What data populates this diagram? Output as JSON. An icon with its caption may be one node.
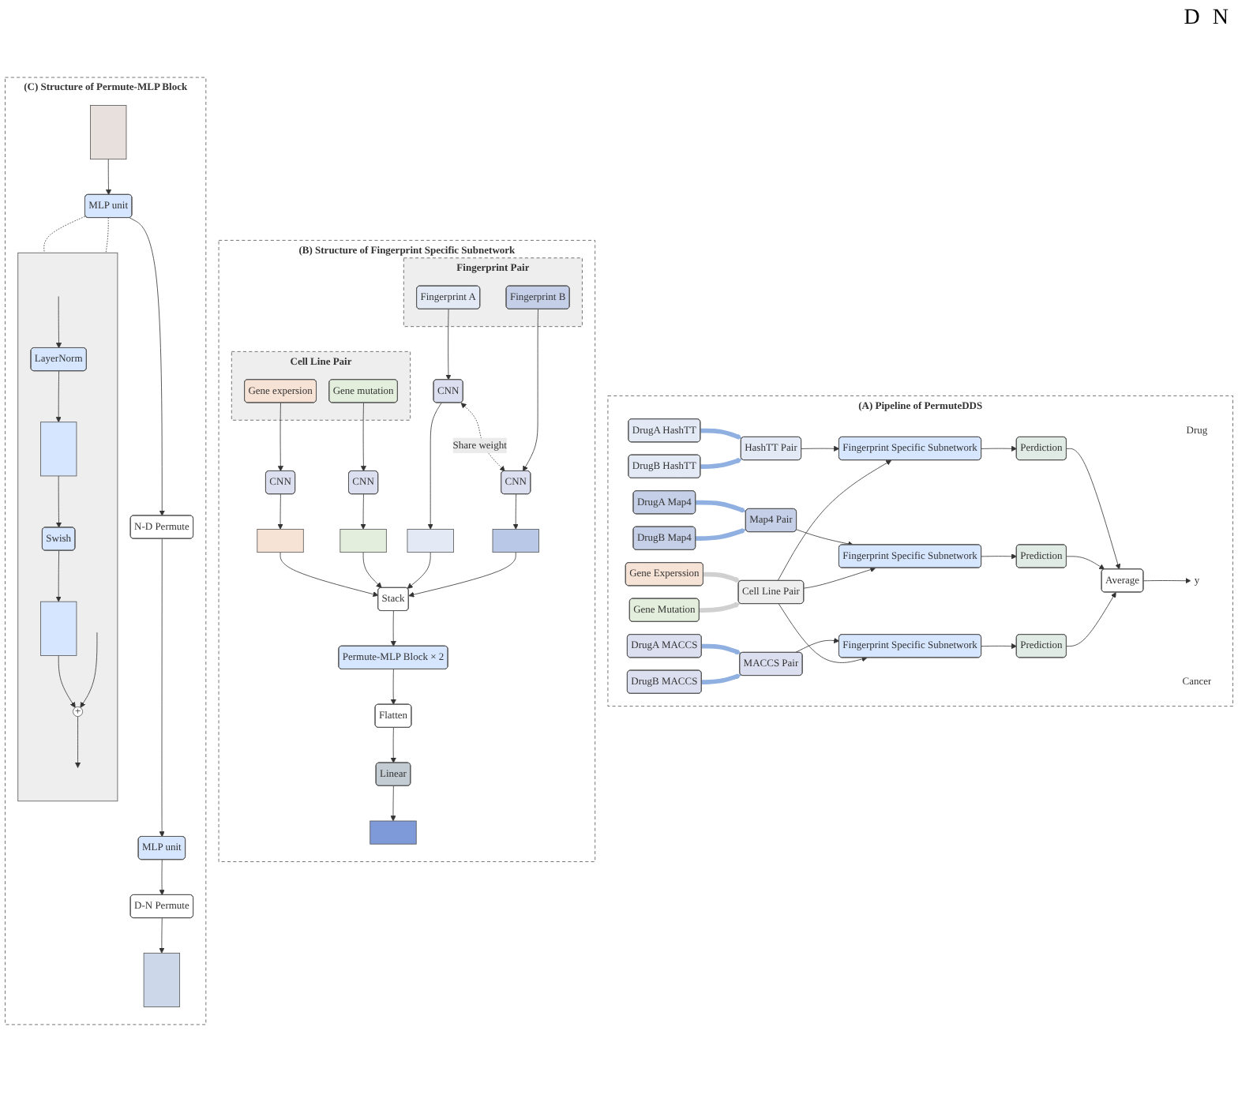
{
  "diagram": {
    "nodes": [
      {
        "text": [
          "(A) Pipeline of PermuteDDS"
        ]
      },
      {
        "text": [
          "Drug"
        ],
        "in": 0
      },
      {
        "text": [
          "DrugA HashTT"
        ],
        "in": 0
      },
      {
        "text": [
          "DrugB HashTT"
        ],
        "in": 0
      },
      {
        "text": [
          "DrugA Map4"
        ],
        "in": 0
      },
      {
        "text": [
          "DrugB Map4"
        ],
        "in": 0
      },
      {
        "text": [
          "DrugA MACCS"
        ],
        "in": 0
      },
      {
        "text": [
          "DrugB MACCS"
        ],
        "in": 0
      },
      {
        "text": [
          "Cancer"
        ],
        "in": 0
      },
      {
        "text": [
          "Gene Experssion"
        ],
        "in": 0
      },
      {
        "text": [
          "Gene Mutation"
        ],
        "in": 0
      },
      {
        "text": [
          "HashTT Pair"
        ],
        "in": 0
      },
      {
        "text": [
          "Map4 Pair"
        ],
        "in": 0
      },
      {
        "text": [
          "MACCS Pair"
        ],
        "in": 0
      },
      {
        "text": [
          "Cell Line Pair"
        ],
        "in": 0
      },
      {
        "text": [
          "Fingerprint Specific Subnetwork"
        ],
        "in": 0
      },
      {
        "text": [
          "Fingerprint Specific Subnetwork"
        ],
        "in": 0
      },
      {
        "text": [
          "Fingerprint Specific Subnetwork"
        ],
        "in": 0
      },
      {
        "text": [
          "Perdiction"
        ],
        "in": 0
      },
      {
        "text": [
          "Prediction"
        ],
        "in": 0
      },
      {
        "text": [
          "Prediction"
        ],
        "in": 0
      },
      {
        "text": [
          "Average"
        ],
        "in": 0
      },
      {
        "text": [
          "y"
        ],
        "in": 0
      },
      {
        "text": [
          "(B) Structure of Fingerprint Specific Subnetwork"
        ]
      },
      {
        "text": [
          "Cell Line Pair"
        ],
        "in": 23
      },
      {
        "text": [
          "Gene expersion"
        ],
        "in": 24
      },
      {
        "text": [
          "Gene mutation"
        ],
        "in": 24
      },
      {
        "text": [
          "Fingerprint Pair"
        ],
        "in": 23
      },
      {
        "text": [
          "Fingerprint A"
        ],
        "in": 27
      },
      {
        "text": [
          "Fingerprint B"
        ],
        "in": 27
      },
      {
        "text": [
          "CNN"
        ],
        "in": 23
      },
      {
        "text": [
          "CNN"
        ],
        "in": 23
      },
      {
        "text": [
          "CNN"
        ],
        "in": 23
      },
      {
        "text": [
          "CNN"
        ],
        "in": 23
      },
      {
        "text": [],
        "shape": "bar",
        "in": 23
      },
      {
        "text": [],
        "shape": "bar",
        "in": 23
      },
      {
        "text": [],
        "shape": "bar",
        "in": 23
      },
      {
        "text": [],
        "shape": "bar",
        "in": 23
      },
      {
        "text": [
          "Stack"
        ],
        "in": 23
      },
      {
        "text": [
          "Permute-MLP Block × 2"
        ],
        "in": 23
      },
      {
        "text": [
          "Flatten"
        ],
        "in": 23
      },
      {
        "text": [
          "Linear"
        ],
        "in": 23
      },
      {
        "text": [],
        "shape": "bar",
        "in": 23
      },
      {
        "text": [
          "(C) Structure of Permute-MLP Block"
        ]
      },
      {
        "text": [],
        "shape": "box",
        "in": 43
      },
      {
        "text": [
          "MLP unit"
        ],
        "in": 43
      },
      {
        "text": [
          "N-D Permute"
        ],
        "in": 43
      },
      {
        "text": [
          "MLP unit"
        ],
        "in": 43
      },
      {
        "text": [
          "D-N Permute"
        ],
        "in": 43
      },
      {
        "text": [],
        "shape": "box",
        "in": 43
      },
      {
        "text": [],
        "shape": "box",
        "in": 43
      },
      {
        "text": [
          "LayerNorm"
        ],
        "in": 50
      },
      {
        "text": [],
        "shape": "box",
        "in": 50
      },
      {
        "text": [
          "Swish"
        ],
        "in": 50
      },
      {
        "text": [],
        "shape": "box",
        "in": 50
      },
      {
        "text": [
          "+"
        ],
        "in": 50
      }
    ],
    "edges": [
      {
        "from": 2,
        "to": 11,
        "arrow": "to",
        "style": "thick",
        "color": "#8fb0e0"
      },
      {
        "from": 3,
        "to": 11,
        "arrow": "to",
        "style": "thick",
        "color": "#8fb0e0"
      },
      {
        "from": 4,
        "to": 12,
        "arrow": "to",
        "style": "thick",
        "color": "#8fb0e0"
      },
      {
        "from": 5,
        "to": 12,
        "arrow": "to",
        "style": "thick",
        "color": "#8fb0e0"
      },
      {
        "from": 6,
        "to": 13,
        "arrow": "to",
        "style": "thick",
        "color": "#8fb0e0"
      },
      {
        "from": 7,
        "to": 13,
        "arrow": "to",
        "style": "thick",
        "color": "#8fb0e0"
      },
      {
        "from": 9,
        "to": 14,
        "arrow": "to",
        "style": "thick",
        "color": "#d0d0d0"
      },
      {
        "from": 10,
        "to": 14,
        "arrow": "to",
        "style": "thick",
        "color": "#d0d0d0"
      },
      {
        "from": 11,
        "to": 15,
        "arrow": "to"
      },
      {
        "from": 12,
        "to": 16,
        "arrow": "to"
      },
      {
        "from": 13,
        "to": 17,
        "arrow": "to"
      },
      {
        "from": 14,
        "to": 15,
        "arrow": "to"
      },
      {
        "from": 14,
        "to": 16,
        "arrow": "to"
      },
      {
        "from": 14,
        "to": 17,
        "arrow": "to"
      },
      {
        "from": 15,
        "to": 18,
        "arrow": "to"
      },
      {
        "from": 16,
        "to": 19,
        "arrow": "to"
      },
      {
        "from": 17,
        "to": 20,
        "arrow": "to"
      },
      {
        "from": 18,
        "to": 21,
        "arrow": "to"
      },
      {
        "from": 19,
        "to": 21,
        "arrow": "to"
      },
      {
        "from": 20,
        "to": 21,
        "arrow": "to"
      },
      {
        "from": 21,
        "to": 22,
        "arrow": "to"
      },
      {
        "from": 25,
        "to": 30,
        "arrow": "to"
      },
      {
        "from": 26,
        "to": 31,
        "arrow": "to"
      },
      {
        "from": 28,
        "to": 32,
        "arrow": "to"
      },
      {
        "from": 29,
        "to": 33,
        "arrow": "to"
      },
      {
        "from": 32,
        "to": 33,
        "label": "Share weight",
        "arrow": "both",
        "style": "dashed"
      },
      {
        "from": 30,
        "to": 34,
        "arrow": "to"
      },
      {
        "from": 31,
        "to": 35,
        "arrow": "to"
      },
      {
        "from": 32,
        "to": 36,
        "arrow": "to"
      },
      {
        "from": 33,
        "to": 37,
        "arrow": "to"
      },
      {
        "from": 34,
        "to": 38,
        "arrow": "to"
      },
      {
        "from": 35,
        "to": 38,
        "arrow": "to"
      },
      {
        "from": 36,
        "to": 38,
        "arrow": "to"
      },
      {
        "from": 37,
        "to": 38,
        "arrow": "to"
      },
      {
        "from": 38,
        "to": 39,
        "arrow": "to"
      },
      {
        "from": 39,
        "to": 40,
        "arrow": "to"
      },
      {
        "from": 40,
        "to": 41,
        "arrow": "to"
      },
      {
        "from": 41,
        "to": 42,
        "arrow": "to"
      },
      {
        "from": 44,
        "to": 45,
        "arrow": "to"
      },
      {
        "from": 45,
        "to": 46,
        "arrow": "to"
      },
      {
        "from": 46,
        "to": 47,
        "arrow": "to"
      },
      {
        "from": 47,
        "to": 48,
        "arrow": "to"
      },
      {
        "from": 48,
        "to": 49,
        "arrow": "to"
      },
      {
        "from": 45,
        "to": 50,
        "arrow": "none",
        "style": "dashed"
      },
      {
        "from": 45,
        "to": 50,
        "arrow": "none",
        "style": "dashed"
      },
      {
        "from": null,
        "to": 51,
        "arrow": "to"
      },
      {
        "from": 51,
        "to": 52,
        "arrow": "to"
      },
      {
        "from": 52,
        "to": 53,
        "arrow": "to"
      },
      {
        "from": 53,
        "to": 54,
        "arrow": "to"
      },
      {
        "from": 54,
        "to": 55,
        "arrow": "to"
      },
      {
        "from": null,
        "to": 55,
        "arrow": "to"
      },
      {
        "from": 55,
        "to": null,
        "arrow": "to"
      }
    ],
    "labels": [
      "D",
      "N"
    ]
  }
}
